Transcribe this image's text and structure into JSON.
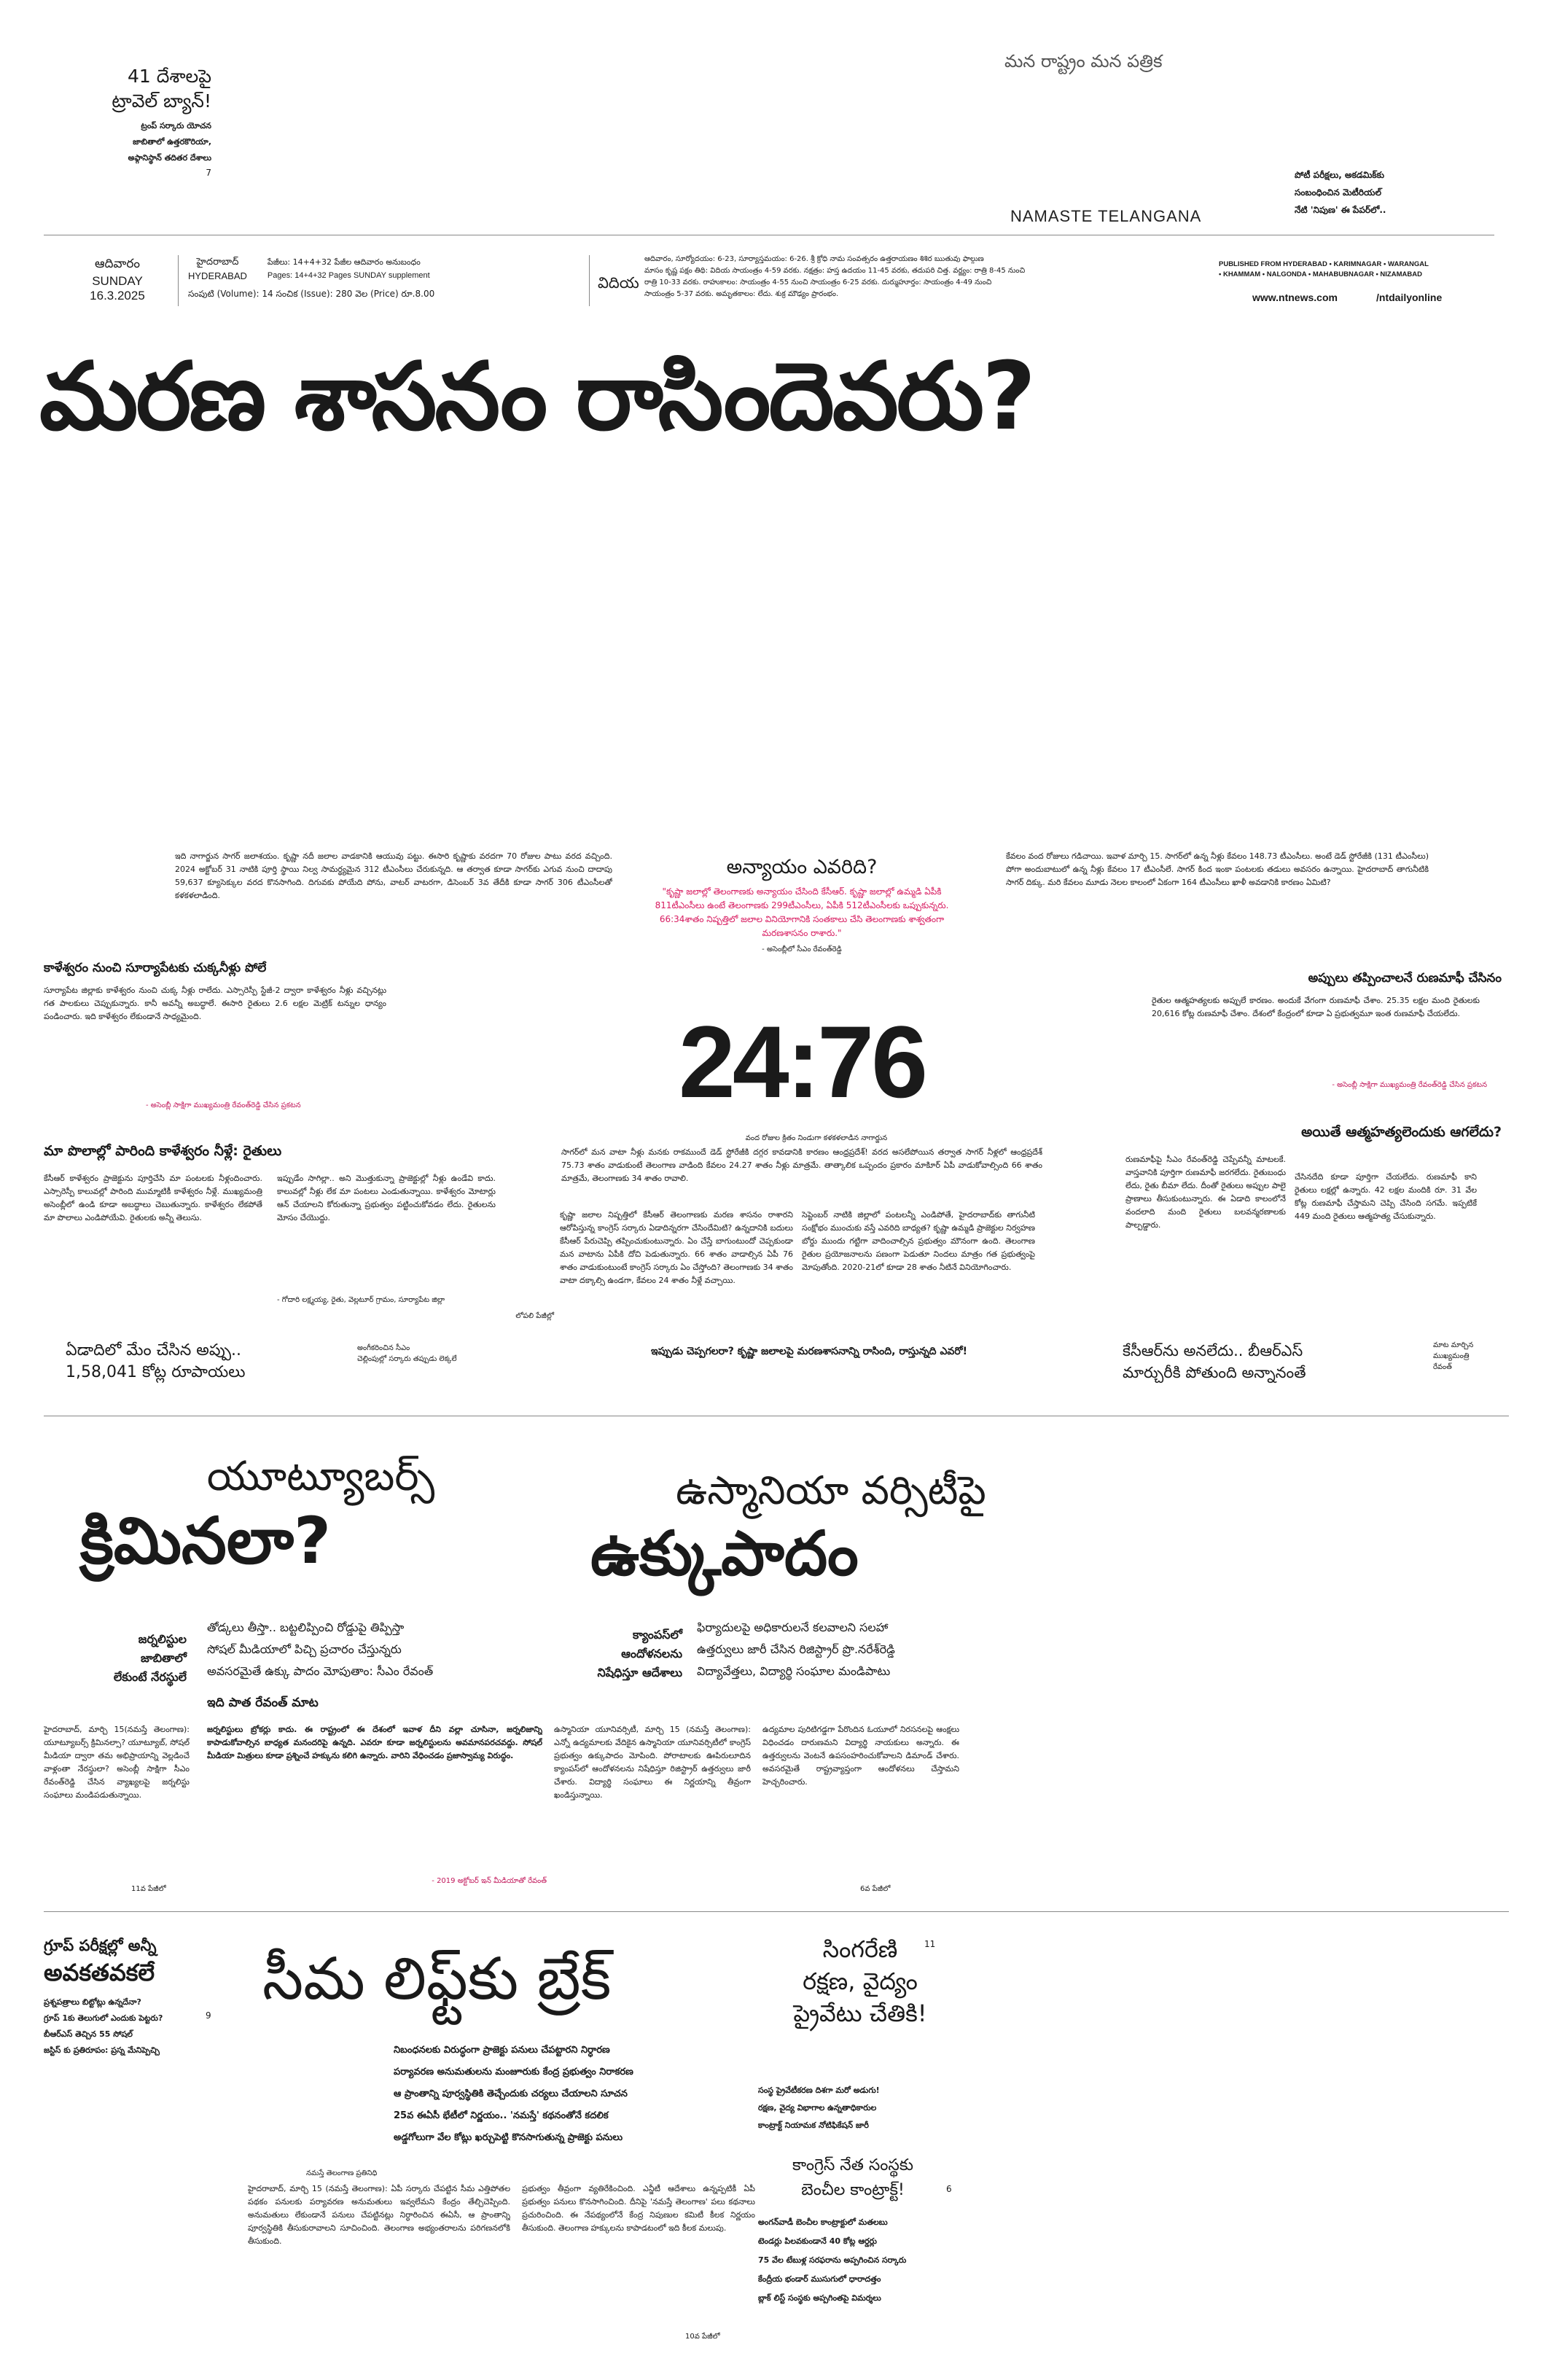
{
  "masthead": {
    "travel_ban_title_1": "41 దేశాలపై",
    "travel_ban_title_2": "ట్రావెల్ బ్యాన్!",
    "travel_ban_sub_1": "ట్రంప్ సర్కారు యోచన",
    "travel_ban_sub_2": "జాబితాలో ఉత్తరకొరియా,",
    "travel_ban_sub_3": "అఫ్గానిస్థాన్ తదితర దేశాలు",
    "travel_ban_page": "7",
    "tagline": "మన రాష్ట్రం  మన పత్రిక",
    "paper_name": "NAMASTE TELANGANA",
    "promo_1": "పోటీ పరీక్షలు, అకడమిక్‌కు",
    "promo_2": "సంబంధించిన మెటీరియల్",
    "promo_3": "నేటి 'నిపుణ' ఈ పేపర్‌లో..",
    "day_te": "ఆదివారం",
    "day_en": "SUNDAY",
    "date": "16.3.2025",
    "city_te": "హైదరాబాద్",
    "city_en": "HYDERABAD",
    "pages_te": "పేజీలు: 14+4+32 పేజీల ఆదివారం అనుబంధం",
    "pages_en": "Pages: 14+4+32 Pages SUNDAY supplement",
    "volume": "సంపుటి (Volume): 14   సంచిక (Issue): 280   వెల (Price) రూ.8.00",
    "vidiya": "విదియ",
    "panchangam_1": "ఆదివారం, సూర్యోదయం: 6-23, సూర్యాస్తమయం: 6-26. శ్రీ క్రోధి నామ సంవత్సరం ఉత్తరాయణం శిశిర ఋతువు ఫాల్గుణ",
    "panchangam_2": "మాసం కృష్ణ పక్షం తిథి: విదియ సాయంత్రం 4-59 వరకు. నక్షత్రం: హస్త ఉదయం 11-45 వరకు, తదుపరి చిత్త. వర్జ్యం: రాత్రి 8-45 నుంచి",
    "panchangam_3": "రాత్రి 10-33 వరకు. రాహుకాలం: సాయంత్రం 4-55 నుంచి సాయంత్రం 6-25 వరకు. దుర్ముహూర్తం: సాయంత్రం 4-49 నుంచి",
    "panchangam_4": "సాయంత్రం 5-37 వరకు. అమృతకాలం: లేదు. శుక్ర మౌఢ్యం ప్రారంభం.",
    "published_1": "PUBLISHED FROM  HYDERABAD • KARIMNAGAR • WARANGAL",
    "published_2": "• KHAMMAM • NALGONDA • MAHABUBNAGAR • NIZAMABAD",
    "website": "www.ntnews.com",
    "social": "/ntdailyonline"
  },
  "headline": "మరణ శాసనం రాసిందెవరు?",
  "lead": {
    "intro": "ఇది నాగార్జున సాగర్ జలాశయం. కృష్ణా నదీ జలాల వాడకానికి ఆయువు పట్టు. ఈసారి కృష్ణాకు వరదగా 70 రోజుల పాటు వరద వచ్చింది. 2024 అక్టోబర్ 31 నాటికి పూర్తి స్థాయి నిల్వ సామర్థ్యమైన 312 టీఎంసీలు చేరుకున్నది. ఆ తర్వాత కూడా సాగర్‌కు ఎగువ నుంచి దాదాపు 59,637 క్యూసెక్కుల వరద కొనసాగింది. దిగువకు పోయేది పోను, వాటర్ వాటరగా, డిసెంబర్ 3వ తేదీకి కూడా సాగర్ 306 టీఎంసీలతో కళకళలాడింది.",
    "right_intro": "కేవలం వంద రోజులు గడిచాయి. ఇవాళ మార్చి 15. సాగర్‌లో ఉన్న నీళ్లు కేవలం 148.73 టీఎంసీలు. అంటే డెడ్ స్టోరేజీకి (131 టీఎంసీలు) పోగా అందుబాటులో ఉన్న నీళ్లు కేవలం 17 టీఎంసీలే. సాగర్ కింద ఇంకా పంటలకు తడులు అవసరం ఉన్నాయి. హైదరాబాద్ తాగునీటికి సాగర్ దిక్కు. మరి కేవలం మూడు నెలల కాలంలో ఏకంగా 164 టీఎంసీలు ఖాళీ అవడానికి కారణం ఏమిటి?",
    "box_title": "అన్యాయం ఎవరిది?",
    "box_quote": "\"కృష్ణా జలాల్లో తెలంగాణకు అన్యాయం చేసింది కేసీఆర్. కృష్ణా జలాల్లో ఉమ్మడి ఏపీకి 811టీఎంసీలు ఉంటే తెలంగాణకు 299టీఎంసీలు, ఏపీకి 512టీఎంసీలకు ఒప్పుకున్నరు. 66:34శాతం నిష్పత్తిలో జలాల వినియోగానికి సంతకాలు చేసి తెలంగాణకు శాశ్వతంగా మరణశాసనం రాశారు.\"",
    "box_credit": "- అసెంబ్లీలో సీఎం రేవంత్‌రెడ్డి",
    "big_ratio": "24:76",
    "ratio_caption": "వంద రోజుల క్రితం నిండుగా కళకళలాడిన నాగార్జున",
    "ratio_para": "సాగర్‌లో మన వాటా నీళ్లు మనకు రాకముందే డెడ్ స్టోరేజీకి దగ్గర కావడానికి కారణం ఆంధ్రప్రదేశ్! వరద అసలేపోయిన తర్వాత సాగర్ నీళ్లలో ఆంధ్రప్రదేశ్ 75.73 శాతం వాడుకుంటే తెలంగాణ వాడింది కేవలం 24.27 శాతం నీళ్లు మాత్రమే. తాత్కాలిక ఒప్పందం ప్రకారం మాకిూర్ ఏపీ వాడుకోవాల్సింది 66 శాతం మాత్రమే, తెలంగాణకు 34 శాతం రావాలి.",
    "center_col_1": "కృష్ణా జలాల నిష్పత్తిలో కేసీఆర్ తెలంగాణకు మరణ శాసనం రాశారని ఆరోపిస్తున్న కాంగ్రెస్ సర్కారు ఏడాదిన్నరగా చేసిందేమిటి? ఉన్నదానికి బదులు కేసీఆర్ పేరుచెప్పి తప్పించుకుంటున్నారు. ఏం చేస్తే బాగుంటుందో చెప్పకుండా మన వాటాను ఏపీకి దోచి పెడుతున్నారు. 66 శాతం వాడాల్సిన ఏపీ 76 శాతం వాడుకుంటుంటే కాంగ్రెస్ సర్కారు ఏం చేస్తోంది? తెలంగాణకు 34 శాతం వాటా దక్కాల్సి ఉండగా, కేవలం 24 శాతం నీళ్లే వచ్చాయి.",
    "center_col_2": "సెప్టెంబర్ నాటికి జిల్లాలో పంటలన్నీ ఎండిపోతే, హైదరాబాద్‌కు తాగునీటి సంక్షోభం ముంచుకు వస్తే ఎవరిది బాధ్యత? కృష్ణా ఉమ్మడి ప్రాజెక్టుల నిర్వహణ బోర్డు ముందు గట్టిగా వాదించాల్సిన ప్రభుత్వం మౌనంగా ఉంది. తెలంగాణ రైతుల ప్రయోజనాలను పణంగా పెడుతూ నిందలు మాత్రం గత ప్రభుత్వంపై మోపుతోంది. 2020-21లో కూడా 28 శాతం నీటినే వినియోగించారు.",
    "bottom_question": "ఇప్పుడు చెప్పగలరా? కృష్ణా జలాలపై మరణశాసనాన్ని రాసింది, రాస్తున్నది ఎవరో!"
  },
  "left_col": {
    "kaleshwaram_head": "కాళేశ్వరం నుంచి సూర్యాపేటకు చుక్కనీళ్లు పోలే",
    "kaleshwaram_body": "సూర్యాపేట జిల్లాకు కాళేశ్వరం నుంచి చుక్క నీళ్లు రాలేదు. ఎస్సారెస్పీ స్టేజీ-2 ద్వారా కాళేశ్వరం నీళ్లు వచ్చినట్లు గత పాలకులు చెప్పుకున్నారు. కానీ అవన్నీ అబద్ధాలే. ఈసారి రైతులు 2.6 లక్షల మెట్రిక్ టన్నుల ధాన్యం పండించారు. ఇది కాళేశ్వరం లేకుండానే సాధ్యమైంది.",
    "kaleshwaram_credit": "- అసెంబ్లీ సాక్షిగా ముఖ్యమంత్రి రేవంత్‌రెడ్డి చేసిన ప్రకటన",
    "farmers_head": "మా పొలాల్లో పారింది కాళేశ్వరం నీళ్లే: రైతులు",
    "farmers_body_1": "కేసీఆర్ కాళేశ్వరం ప్రాజెక్టును పూర్తిచేసి మా పంటలకు నీళ్లందించారు. ఎస్సారెస్పీ కాలువల్లో పారింది ముమ్మాటికీ కాళేశ్వరం నీళ్లే. ముఖ్యమంత్రి అసెంబ్లీలో ఉండి కూడా అబద్ధాలు చెబుతున్నారు. కాళేశ్వరం లేకపోతే మా పొలాలు ఎండిపోయేవి. రైతులకు అన్నీ తెలుసు.",
    "farmers_body_2": "ఇప్పుడేం సాగిల్లా.. అని మొత్తుకున్నా ప్రాజెక్టుల్లో నీళ్లు ఉండేవి కాదు. కాలువల్లో నీళ్లు లేక మా పంటలు ఎండుతున్నాయి. కాళేశ్వరం మోటార్లు ఆన్ చేయాలని కోరుతున్నా ప్రభుత్వం పట్టించుకోవడం లేదు. రైతులను మోసం చేయొద్దు.",
    "farmers_credit": "- గోదారి లక్ష్మయ్య, రైతు, వెల్లటూర్ గ్రామం, సూర్యాపేట జిల్లా",
    "farmers_ref": "లోపలి పేజీల్లో",
    "loan_head": "ఏడాదిలో మేం చేసిన అప్పు..",
    "loan_amount": "1,58,041 కోట్ల రూపాయలు",
    "loan_credit_1": "అంగీకరించిన సీఎం",
    "loan_credit_2": "చెల్లింపుల్లో సర్కారు తప్పుడు లెక్కలే"
  },
  "right_col": {
    "loanwaiver_head": "అప్పులు తప్పించాలనే రుణమాఫీ చేసినం",
    "loanwaiver_body": "రైతుల ఆత్మహత్యలకు అప్పులే కారణం. అందుకే వేగంగా రుణమాఫీ చేశాం. 25.35 లక్షల మంది రైతులకు 20,616 కోట్ల రుణమాఫీ చేశాం. దేశంలో కేంద్రంలో కూడా ఏ ప్రభుత్వమూ ఇంత రుణమాఫీ చేయలేదు.",
    "loanwaiver_credit": "- అసెంబ్లీ సాక్షిగా ముఖ్యమంత్రి రేవంత్‌రెడ్డి చేసిన ప్రకటన",
    "suicide_head": "అయితే ఆత్మహత్యలెందుకు ఆగలేదు?",
    "suicide_body_1": "రుణమాఫీపై సీఎం రేవంత్‌రెడ్డి చెప్పేవన్నీ మాటలకే. వాస్తవానికి పూర్తిగా రుణమాఫీ జరగలేదు. రైతుబంధు లేదు, రైతు బీమా లేదు. దీంతో రైతులు అప్పుల పాలై ప్రాణాలు తీసుకుంటున్నారు. ఈ ఏడాది కాలంలోనే వందలాది మంది రైతులు బలవన్మరణాలకు పాల్పడ్డారు.",
    "suicide_body_2": "చేసినదేది కూడా పూర్తిగా చేయలేదు. రుణమాఫీ కాని రైతులు లక్షల్లో ఉన్నారు. 42 లక్షల మందికి రూ. 31 వేల కోట్ల రుణమాఫీ చేస్తామని చెప్పి చేసింది సగమే. ఇప్పటికే 449 మంది రైతులు ఆత్మహత్య చేసుకున్నారు.",
    "kcr_head": "కేసీఆర్‌ను అనలేదు.. బీఆర్ఎస్",
    "kcr_head_2": "మార్చురీకి పోతుంది అన్నానంతే",
    "kcr_credit_1": "మాట మార్చిన",
    "kcr_credit_2": "ముఖ్యమంత్రి",
    "kcr_credit_3": "రేవంత్"
  },
  "youtubers": {
    "head_1": "యూట్యూబర్స్",
    "head_2": "క్రిమినలా?",
    "side_1": "జర్నలిస్టుల",
    "side_2": "జాబితాలో",
    "side_3": "లేకుంటే నేరస్థులే",
    "lead_1": "తోడ్కలు తీస్తా.. బట్టలిప్పించి రోడ్డుపై తిప్పిస్తా",
    "lead_2": "సోషల్ మీడియాలో పిచ్చి ప్రచారం చేస్తున్నరు",
    "lead_3": "అవసరమైతే ఉక్కు పాదం మోపుతాం: సీఎం రేవంత్",
    "old_head": "ఇది పాత రేవంత్ మాట",
    "body_left": "హైదరాబాద్, మార్చి 15(నమస్తే తెలంగాణ): యూట్యూబర్స్ క్రిమినల్సా? యూట్యూబ్, సోషల్ మీడియా ద్వారా తమ అభిప్రాయాన్ని వెల్లడించే వాళ్లంతా నేరస్థులా? అసెంబ్లీ సాక్షిగా సీఎం రేవంత్‌రెడ్డి చేసిన వ్యాఖ్యలపై జర్నలిస్టు సంఘాలు మండిపడుతున్నాయి.",
    "body_left_ref": "11వ పేజీలో",
    "old_body": "జర్నలిస్టులు బ్రోకర్లు కాదు. ఈ రాష్ట్రంలో ఈ దేశంలో ఇవాళ దీని వల్లా చూసినా, జర్నలిజాన్ని కాపాడుకోవాల్సిన బాధ్యత మనందరిపై ఉన్నది. ఎవరూ కూడా జర్నలిస్టులను అవమానపరచవద్దు. సోషల్ మీడియా మిత్రులు కూడా ప్రశ్నించే హక్కును కలిగి ఉన్నారు. వారిని వేధించడం ప్రజాస్వామ్య విరుద్ధం.",
    "old_credit": "- 2019 అక్టోబర్ ఇన్ మీడియాతో రేవంత్"
  },
  "osmania": {
    "head_1": "ఉస్మానియా వర్సిటీపై",
    "head_2": "ఉక్కుపాదం",
    "side_1": "క్యాంపస్‌లో",
    "side_2": "ఆందోళనలను",
    "side_3": "నిషేధిస్తూ ఆదేశాలు",
    "lead_1": "ఫిర్యాదులపై అధికారులనే కలవాలని సలహా",
    "lead_2": "ఉత్తర్వులు జారీ చేసిన రిజిస్ట్రార్ ప్రొ.నరేశ్‌రెడ్డి",
    "lead_3": "విద్యావేత్తలు, విద్యార్థి సంఘాల మండిపాటు",
    "body_1": "ఉస్మానియా యూనివర్సిటీ, మార్చి 15 (నమస్తే తెలంగాణ): ఎన్నో ఉద్యమాలకు వేదికైన ఉస్మానియా యూనివర్సిటీలో కాంగ్రెస్ ప్రభుత్వం ఉక్కుపాదం మోపింది. పోరాటాలకు ఊపిరులూదిన క్యాంపస్‌లో ఆందోళనలను నిషేధిస్తూ రిజిస్ట్రార్ ఉత్తర్వులు జారీ చేశారు. విద్యార్థి సంఘాలు ఈ నిర్ణయాన్ని తీవ్రంగా ఖండిస్తున్నాయి.",
    "body_2": "ఉద్యమాల పురిటిగడ్డగా పేరొందిన ఓయూలో నిరసనలపై ఆంక్షలు విధించడం దారుణమని విద్యార్థి నాయకులు అన్నారు. ఈ ఉత్తర్వులను వెంటనే ఉపసంహరించుకోవాలని డిమాండ్ చేశారు. అవసరమైతే రాష్ట్రవ్యాప్తంగా ఆందోళనలు చేస్తామని హెచ్చరించారు.",
    "ref": "6వ పేజీలో"
  },
  "group": {
    "head_1": "గ్రూప్ పరీక్షల్లో అన్నీ",
    "head_2": "అవకతవకలే",
    "sub_1": "ప్రశ్నపత్రాలు బిట్టోట్లు ఉన్నదేనా?",
    "sub_2": "గ్రూప్ 1కు తెలుగులో ఎందుకు పెట్టరు?",
    "sub_3": "బీఆర్ఎస్ తెచ్చిన 55 సోషల్",
    "sub_4": "జస్టిస్ కు ప్రతిరూపం: ప్రస్న మేనిప్పెచ్చి",
    "page": "9"
  },
  "seema": {
    "head": "సీమ లిఫ్ట్‌కు బ్రేక్",
    "lead_1": "నిబంధనలకు విరుద్ధంగా ప్రాజెక్టు పనులు చేపట్టారని నిర్ధారణ",
    "lead_2": "పర్యావరణ అనుమతులను మంజూరుకు కేంద్ర ప్రభుత్వం నిరాకరణ",
    "lead_3": "ఆ ప్రాంతాన్ని పూర్వస్థితికి తెచ్చేందుకు చర్యలు చేయాలని సూచన",
    "lead_4": "25వ ఈఏసీ భేటీలో నిర్ణయం.. 'నమస్తే' కథనంతోనే కదలిక",
    "lead_5": "అడ్డగోలుగా వేల కోట్లు ఖర్చుపెట్టి కొనసాగుతున్న ప్రాజెక్టు పనులు",
    "byline": "నమస్తే తెలంగాణ ప్రతినిధి",
    "body_1": "హైదరాబాద్, మార్చి 15 (నమస్తే తెలంగాణ): ఏపీ సర్కారు చేపట్టిన సీమ ఎత్తిపోతల పథకం పనులకు పర్యావరణ అనుమతులు ఇవ్వలేమని కేంద్రం తేల్చిచెప్పింది. అనుమతులు లేకుండానే పనులు చేపట్టినట్లు నిర్ధారించిన ఈఏసీ, ఆ ప్రాంతాన్ని పూర్వస్థితికి తీసుకురావాలని సూచించింది. తెలంగాణ అభ్యంతరాలను పరిగణనలోకి తీసుకుంది.",
    "body_2": "ప్రభుత్వం తీవ్రంగా వ్యతిరేకించింది. ఎన్జీటీ ఆదేశాలు ఉన్నప్పటికీ ఏపీ ప్రభుత్వం పనులు కొనసాగించింది. దీనిపై 'నమస్తే తెలంగాణ' పలు కథనాలు ప్రచురించింది. ఈ నేపథ్యంలోనే కేంద్ర నిపుణుల కమిటీ కీలక నిర్ణయం తీసుకుంది. తెలంగాణ హక్కులను కాపాడటంలో ఇది కీలక మలుపు.",
    "ref": "10వ పేజీలో"
  },
  "singareni": {
    "head_1": "సింగరేణి",
    "head_2": "రక్షణ, వైద్యం",
    "head_3": "ప్రైవేటు చేతికి!",
    "page": "11",
    "sub_1": "సంస్థ ప్రైవేటీకరణ దిశగా మరో అడుగు!",
    "sub_2": "రక్షణ, వైద్య విభాగాల ఉన్నతాధికారుల",
    "sub_3": "కాంట్రాక్ట్ నియామక నోటిఫికేషన్ జారీ",
    "cong_head_1": "కాంగ్రెస్ నేత సంస్థకు",
    "cong_head_2": "బెంచీల కాంట్రాక్ట్!",
    "cong_page": "6",
    "cong_sub_1": "అంగన్‌వాడీ బెంచీల కాంట్రాక్టులో మతలబు",
    "cong_sub_2": "టెండర్లు పిలవకుండానే 40 కోట్ల ఆర్డర్లు",
    "cong_sub_3": "75 వేల టేబుళ్ల సరఫరాను అప్పగించిన సర్కారు",
    "cong_sub_4": "కేంద్రీయ భండార్ ముసుగులో ధారాదత్తం",
    "cong_sub_5": "బ్లాక్ లిస్ట్ సంస్థకు అప్పగింతపై విమర్శలు"
  }
}
